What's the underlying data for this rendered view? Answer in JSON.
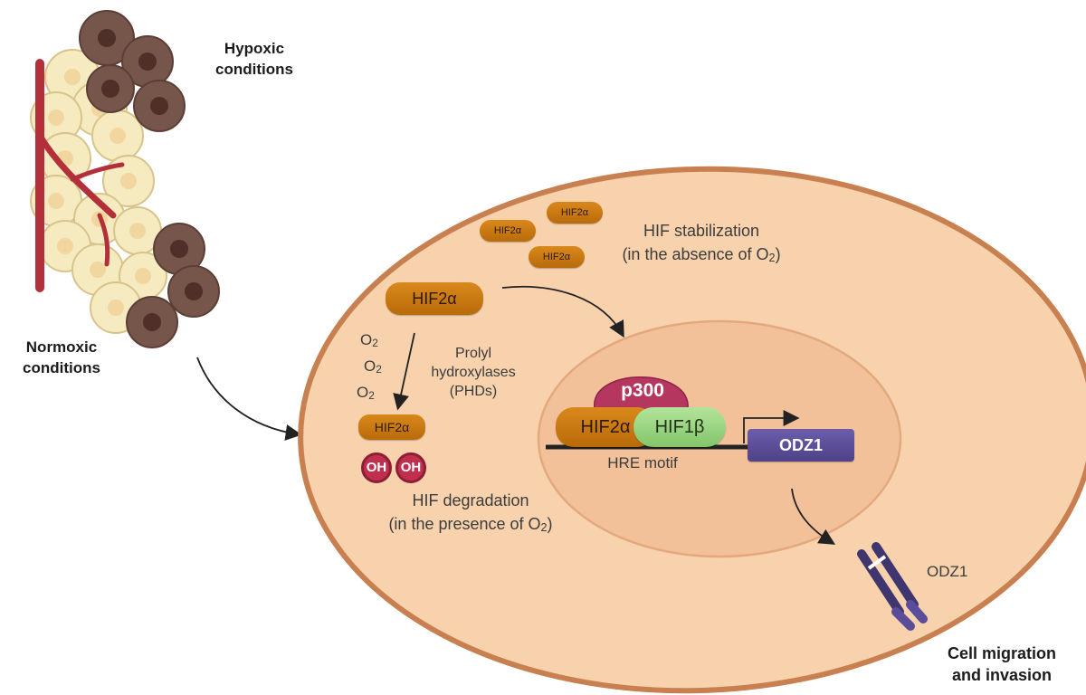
{
  "tissue": {
    "hypoxic_label_1": "Hypoxic",
    "hypoxic_label_2": "conditions",
    "normoxic_label_1": "Normoxic",
    "normoxic_label_2": "conditions"
  },
  "cytoplasm": {
    "stabilized_pill": "HIF2α",
    "stabilization_line_1": "HIF stabilization",
    "stabilization_line_2": "(in the absence of O",
    "stabilization_sub": "2",
    "stabilization_close": ")",
    "main_pill": "HIF2α",
    "o2": "O",
    "o2_sub": "2",
    "phd_line_1": "Prolyl",
    "phd_line_2": "hydroxylases",
    "phd_line_3": "(PHDs)",
    "hydroxylated_pill": "HIF2α",
    "oh": "OH",
    "degradation_line_1": "HIF degradation",
    "degradation_line_2": "(in the presence of O",
    "degradation_sub": "2",
    "degradation_close": ")"
  },
  "nucleus": {
    "coactivator": "p300",
    "hif2a": "HIF2α",
    "hif1b": "HIF1β",
    "motif": "HRE motif",
    "gene": "ODZ1"
  },
  "membrane": {
    "receptor_label": "ODZ1",
    "outcome_line_1": "Cell migration",
    "outcome_line_2": "and invasion"
  },
  "colors": {
    "cell_fill": "#f7d2ad",
    "cell_border": "#c88050",
    "nucleus_fill": "#f2c19a",
    "hif2a": "#d3831a",
    "hif1b": "#9fd98a",
    "p300": "#b5365e",
    "odz1": "#5a4d9a",
    "vessel": "#b3303a",
    "hypoxic_cell": "#76554a",
    "normoxic_cell": "#f6ebc0"
  }
}
